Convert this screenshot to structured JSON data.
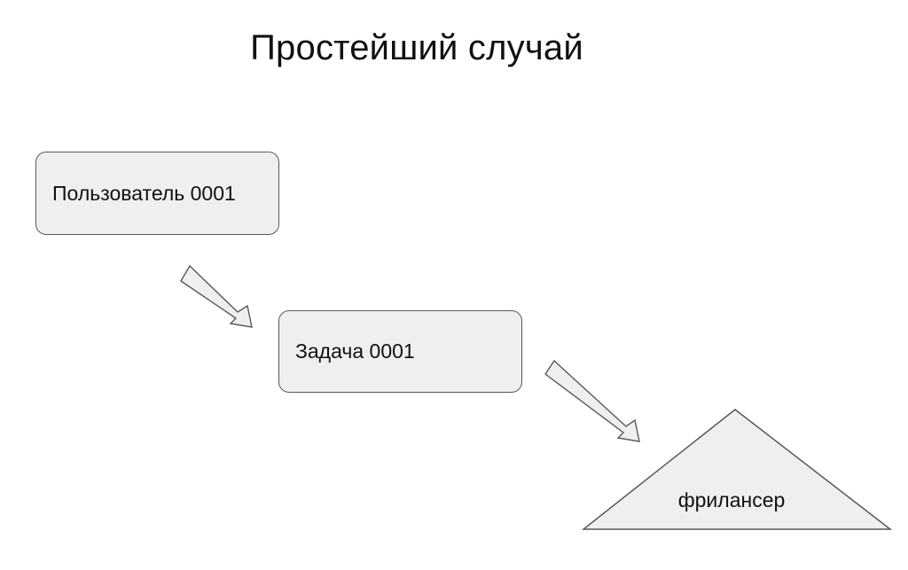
{
  "slide": {
    "title": "Простейший случай"
  },
  "diagram": {
    "nodes": [
      {
        "id": "user",
        "label": "Пользователь 0001",
        "shape": "rounded-rectangle"
      },
      {
        "id": "task",
        "label": "Задача 0001",
        "shape": "rounded-rectangle"
      },
      {
        "id": "freelancer",
        "label": "фрилансер",
        "shape": "triangle"
      }
    ],
    "edges": [
      {
        "from": "user",
        "to": "task",
        "style": "block-arrow"
      },
      {
        "from": "task",
        "to": "freelancer",
        "style": "block-arrow"
      }
    ],
    "colors": {
      "fill": "#efefef",
      "stroke": "#595959",
      "text": "#111111"
    }
  }
}
